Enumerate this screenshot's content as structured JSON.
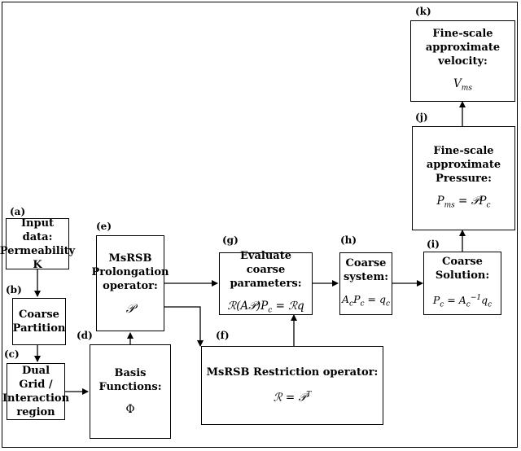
{
  "labels": {
    "a": "(a)",
    "b": "(b)",
    "c": "(c)",
    "d": "(d)",
    "e": "(e)",
    "f": "(f)",
    "g": "(g)",
    "h": "(h)",
    "i": "(i)",
    "j": "(j)",
    "k": "(k)"
  },
  "boxes": {
    "input": {
      "lines": [
        "Input data:",
        "Permeability",
        "K"
      ]
    },
    "coarse_partition": {
      "lines": [
        "Coarse",
        "Partition"
      ]
    },
    "dual_grid": {
      "lines": [
        "Dual Grid /",
        "Interaction",
        "region"
      ]
    },
    "basis": {
      "title": "Basis Functions:",
      "math": "Φ"
    },
    "prolongation": {
      "lines": [
        "MsRSB",
        "Prolongation",
        "operator:"
      ],
      "math": "𝒫"
    },
    "evaluate": {
      "lines": [
        "Evaluate coarse",
        "parameters:"
      ],
      "math": "ℛ(A𝒫)P_c = ℛq"
    },
    "restriction": {
      "title": "MsRSB Restriction  operator:",
      "math": "ℛ = 𝒫^T"
    },
    "coarse_system": {
      "lines": [
        "Coarse",
        "system:"
      ],
      "math": "A_c P_c = q_c"
    },
    "coarse_solution": {
      "lines": [
        "Coarse",
        "Solution:"
      ],
      "math": "P_c = A_c^{-1} q_c"
    },
    "fine_pressure": {
      "lines": [
        "Fine-scale",
        "approximate",
        "Pressure:"
      ],
      "math": "P_ms = 𝒫P_c"
    },
    "fine_velocity": {
      "lines": [
        "Fine-scale",
        "approximate velocity:"
      ],
      "math": "V_ms"
    }
  }
}
